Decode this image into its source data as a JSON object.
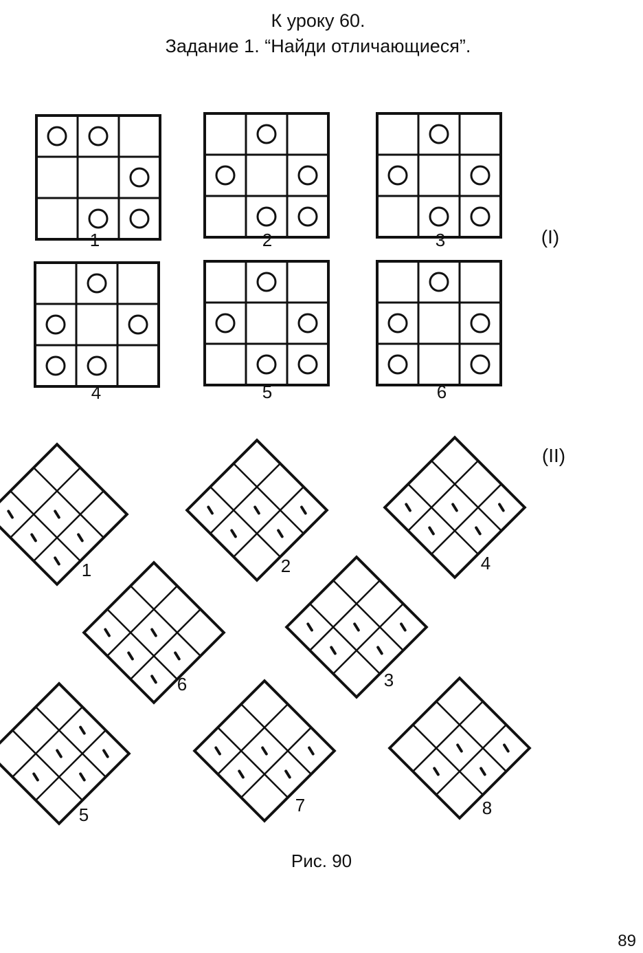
{
  "header": {
    "lesson": "К уроку 60.",
    "task": "Задание 1. “Найди отличающиеся”."
  },
  "part1": {
    "label": "(I)",
    "grids": [
      {
        "number": "1",
        "circles": [
          [
            1,
            1,
            0
          ],
          [
            0,
            0,
            1
          ],
          [
            0,
            1,
            1
          ]
        ]
      },
      {
        "number": "2",
        "circles": [
          [
            0,
            1,
            0
          ],
          [
            1,
            0,
            1
          ],
          [
            0,
            1,
            1
          ]
        ]
      },
      {
        "number": "3",
        "circles": [
          [
            0,
            1,
            0
          ],
          [
            1,
            0,
            1
          ],
          [
            0,
            1,
            1
          ]
        ]
      },
      {
        "number": "4",
        "circles": [
          [
            0,
            1,
            0
          ],
          [
            1,
            0,
            1
          ],
          [
            1,
            1,
            0
          ]
        ]
      },
      {
        "number": "5",
        "circles": [
          [
            0,
            1,
            0
          ],
          [
            1,
            0,
            1
          ],
          [
            0,
            1,
            1
          ]
        ]
      },
      {
        "number": "6",
        "circles": [
          [
            0,
            1,
            0
          ],
          [
            1,
            0,
            1
          ],
          [
            1,
            0,
            1
          ]
        ]
      }
    ]
  },
  "part2": {
    "label": "(II)",
    "diamonds": [
      {
        "number": "1",
        "marks": [
          [
            0,
            0,
            0
          ],
          [
            0,
            1,
            1
          ],
          [
            1,
            1,
            1
          ]
        ]
      },
      {
        "number": "2",
        "marks": [
          [
            0,
            0,
            1
          ],
          [
            0,
            1,
            1
          ],
          [
            1,
            1,
            0
          ]
        ]
      },
      {
        "number": "4",
        "marks": [
          [
            0,
            0,
            1
          ],
          [
            0,
            1,
            1
          ],
          [
            1,
            1,
            0
          ]
        ]
      },
      {
        "number": "6",
        "marks": [
          [
            0,
            0,
            0
          ],
          [
            0,
            1,
            1
          ],
          [
            1,
            1,
            1
          ]
        ]
      },
      {
        "number": "3",
        "marks": [
          [
            0,
            0,
            1
          ],
          [
            0,
            1,
            1
          ],
          [
            1,
            1,
            0
          ]
        ]
      },
      {
        "number": "5",
        "marks": [
          [
            0,
            1,
            1
          ],
          [
            0,
            1,
            1
          ],
          [
            0,
            1,
            0
          ]
        ]
      },
      {
        "number": "7",
        "marks": [
          [
            0,
            0,
            1
          ],
          [
            0,
            1,
            1
          ],
          [
            1,
            1,
            0
          ]
        ]
      },
      {
        "number": "8",
        "marks": [
          [
            0,
            0,
            1
          ],
          [
            0,
            1,
            1
          ],
          [
            0,
            1,
            0
          ]
        ]
      }
    ]
  },
  "caption": "Рис. 90",
  "page_number": "89"
}
